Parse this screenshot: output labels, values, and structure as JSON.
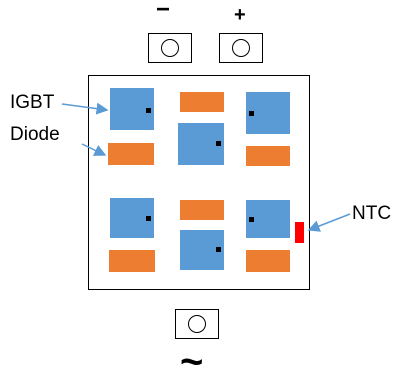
{
  "terminals": {
    "minus_label": "−",
    "plus_label": "+",
    "ac_label": "~"
  },
  "labels": {
    "igbt": "IGBT",
    "diode": "Diode",
    "ntc": "NTC"
  },
  "colors": {
    "igbt": "#5b9bd5",
    "diode": "#ed7d31",
    "ntc": "#ff0000",
    "arrow": "#5b9bd5"
  }
}
